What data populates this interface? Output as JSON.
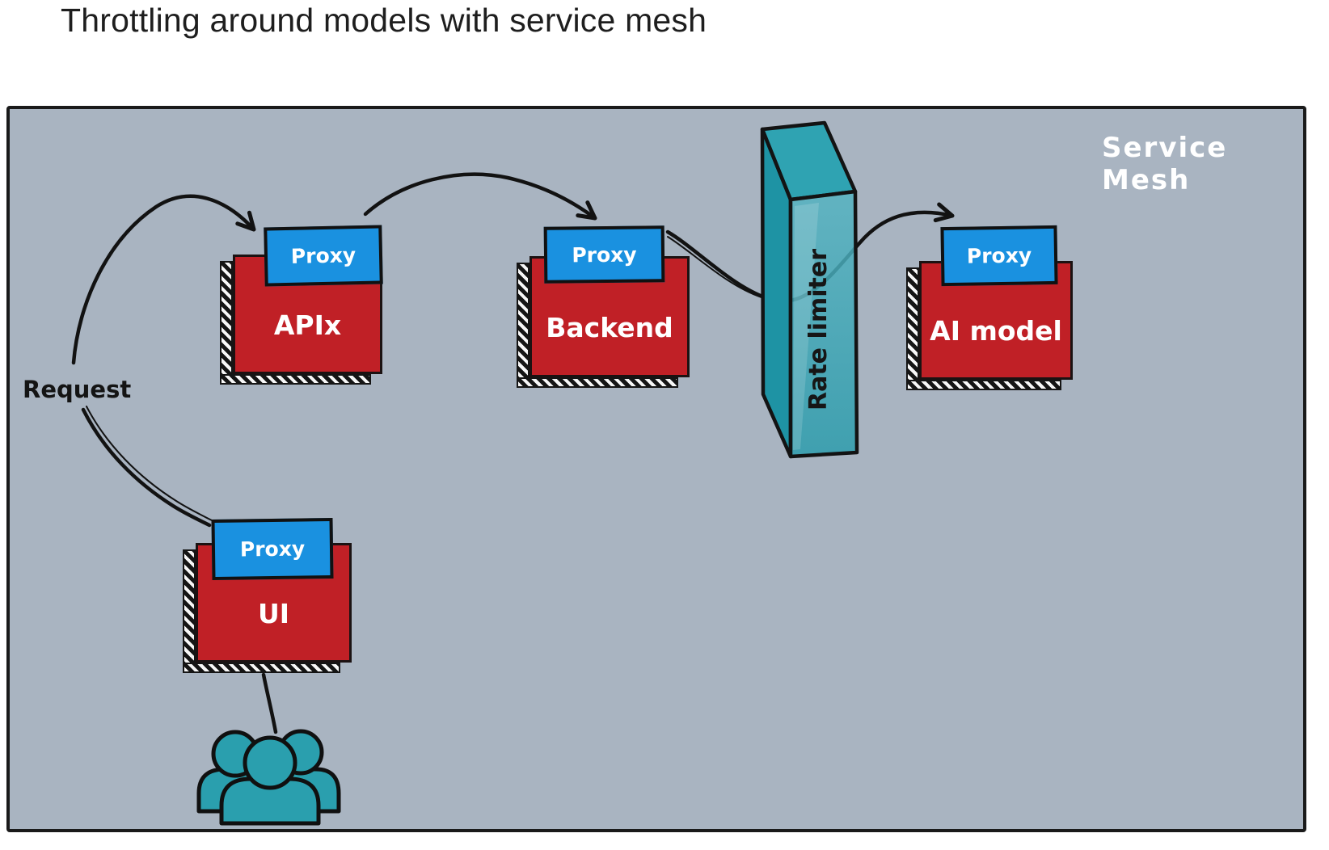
{
  "title": "Throttling around models with service mesh",
  "mesh": {
    "label": "Service Mesh"
  },
  "labels": {
    "request": "Request"
  },
  "services": [
    {
      "name": "APIx",
      "proxy_label": "Proxy"
    },
    {
      "name": "Backend",
      "proxy_label": "Proxy"
    },
    {
      "name": "AI model",
      "proxy_label": "Proxy"
    },
    {
      "name": "UI",
      "proxy_label": "Proxy"
    }
  ],
  "rate_limiter": {
    "label": "Rate limiter"
  },
  "icons": {
    "users": "users-icon"
  },
  "colors": {
    "mesh_bg": "#a9b4c1",
    "service_red": "#c02026",
    "proxy_blue": "#1a91e0",
    "teal": "#2a9fae",
    "ink": "#141414",
    "text_white": "#ffffff"
  }
}
